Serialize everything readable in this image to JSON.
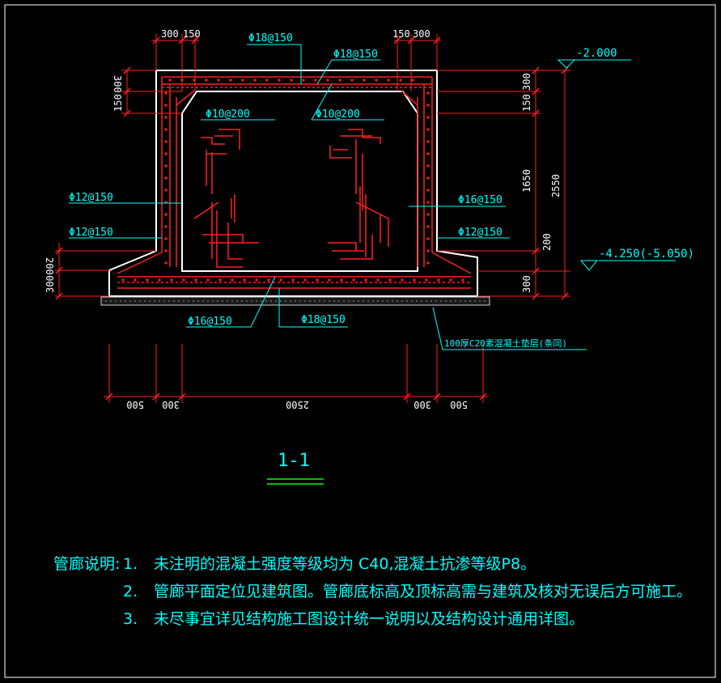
{
  "colors": {
    "background": "#000000",
    "outline": "#ffffff",
    "rebar": "#ff2020",
    "dimension": "#ff2020",
    "text": "#00ffff",
    "leader": "#00ffff",
    "title_underline": "#00ff00"
  },
  "section_title": "1-1",
  "dimensions": {
    "top_left_300": "300",
    "top_left_150": "150",
    "top_right_150": "150",
    "top_right_300": "300",
    "left_300": "300",
    "left_150": "150",
    "left_200": "200",
    "left_300b": "300",
    "right_300": "300",
    "right_150": "150",
    "right_1650": "1650",
    "right_2550": "2550",
    "right_200": "200",
    "right_300b": "300",
    "bottom_500a": "500",
    "bottom_300a": "300",
    "bottom_2500": "2500",
    "bottom_300b": "300",
    "bottom_500b": "500"
  },
  "elevations": {
    "top": "-2.000",
    "bottom": "-4.250(-5.050)"
  },
  "rebar_labels": {
    "top_outer": "Φ18@150",
    "top_inner": "Φ18@150",
    "haunch_left": "Φ10@200",
    "haunch_right": "Φ10@200",
    "wall_left_outer": "Φ12@150",
    "wall_left_inner": "Φ12@150",
    "wall_right_outer": "Φ16@150",
    "wall_right_inner": "Φ12@150",
    "bottom_left": "Φ16@150",
    "bottom_right": "Φ18@150",
    "cushion": "100厚C20素混凝土垫层(条同)"
  },
  "notes": {
    "label": "管廊说明:",
    "items": [
      {
        "num": "1.",
        "text": "未注明的混凝土强度等级均为 C40,混凝土抗渗等级P8。"
      },
      {
        "num": "2.",
        "text": "管廊平面定位见建筑图。管廊底标高及顶标高需与建筑及核对无误后方可施工。"
      },
      {
        "num": "3.",
        "text": "未尽事宜详见结构施工图设计统一说明以及结构设计通用详图。"
      }
    ]
  }
}
